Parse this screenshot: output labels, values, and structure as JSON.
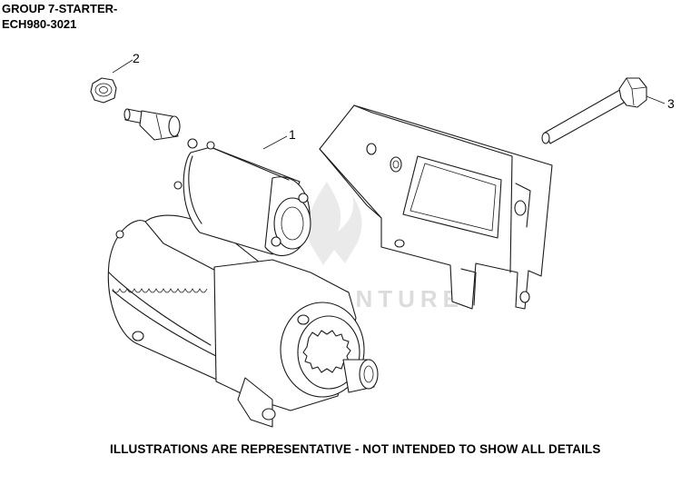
{
  "header": {
    "line1": "GROUP 7-STARTER-",
    "line2": "ECH980-3021"
  },
  "callouts": {
    "c1": "1",
    "c2": "2",
    "c3": "3"
  },
  "watermark": "LEADVENTURE",
  "footer": "ILLUSTRATIONS ARE REPRESENTATIVE - NOT INTENDED TO SHOW ALL DETAILS",
  "parts": [
    {
      "callout": "1",
      "icon": "starter-motor-icon"
    },
    {
      "callout": "2",
      "icon": "hex-nut-icon"
    },
    {
      "callout": "3",
      "icon": "bolt-icon"
    }
  ]
}
